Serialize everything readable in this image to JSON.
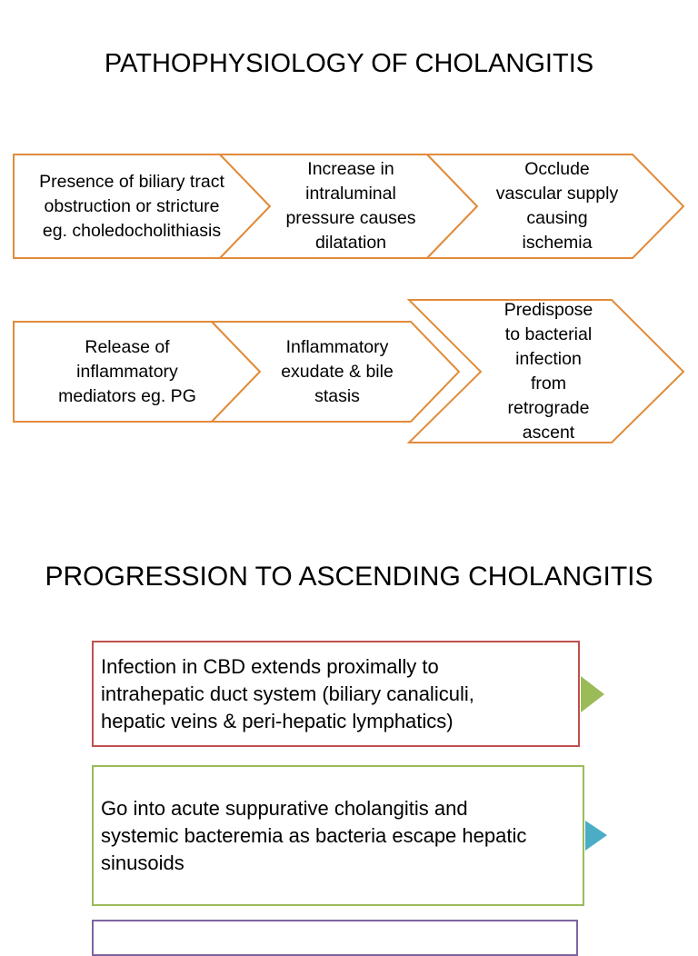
{
  "section1": {
    "title": "PATHOPHYSIOLOGY OF CHOLANGITIS",
    "row1": [
      "Presence of biliary tract\nobstruction or stricture\neg. choledocholithiasis",
      "Increase in\nintraluminal\npressure causes\ndilatation",
      "Occlude\nvascular supply\ncausing\nischemia"
    ],
    "row2": [
      "Release of\ninflammatory\nmediators eg. PG",
      "Inflammatory\nexudate & bile\nstasis",
      "Predispose\nto bacterial\ninfection\nfrom\nretrograde\nascent"
    ]
  },
  "section2": {
    "title": "PROGRESSION TO ASCENDING CHOLANGITIS",
    "steps": [
      "Infection in CBD extends proximally to\nintrahepatic duct system (biliary canaliculi,\nhepatic veins & peri-hepatic lymphatics)",
      "Go into acute suppurative cholangitis and\nsystemic bacteremia as bacteria escape hepatic\nsinusoids",
      ""
    ]
  },
  "colors": {
    "chevron_border": "#E28B3A",
    "box1_border": "#C0504D",
    "box2_border": "#9BBB59",
    "box3_border": "#8064A2",
    "arrow1": "#9BBB59",
    "arrow2": "#4BACC6"
  }
}
